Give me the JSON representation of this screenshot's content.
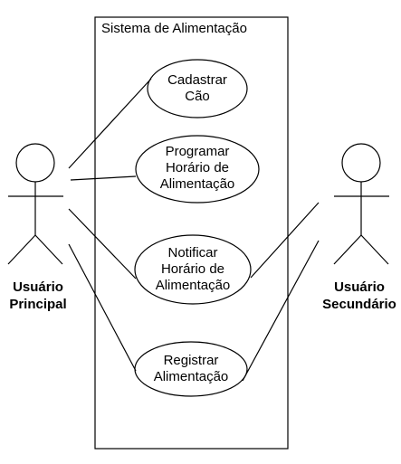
{
  "system": {
    "title": "Sistema de Alimentação"
  },
  "use_cases": {
    "cadastrar": {
      "line1": "Cadastrar",
      "line2": "Cão"
    },
    "programar": {
      "line1": "Programar",
      "line2": "Horário de",
      "line3": "Alimentação"
    },
    "notificar": {
      "line1": "Notificar",
      "line2": "Horário de",
      "line3": "Alimentação"
    },
    "registrar": {
      "line1": "Registrar",
      "line2": "Alimentação"
    }
  },
  "actors": {
    "principal": {
      "line1": "Usuário",
      "line2": "Principal"
    },
    "secundario": {
      "line1": "Usuário",
      "line2": "Secundário"
    }
  }
}
